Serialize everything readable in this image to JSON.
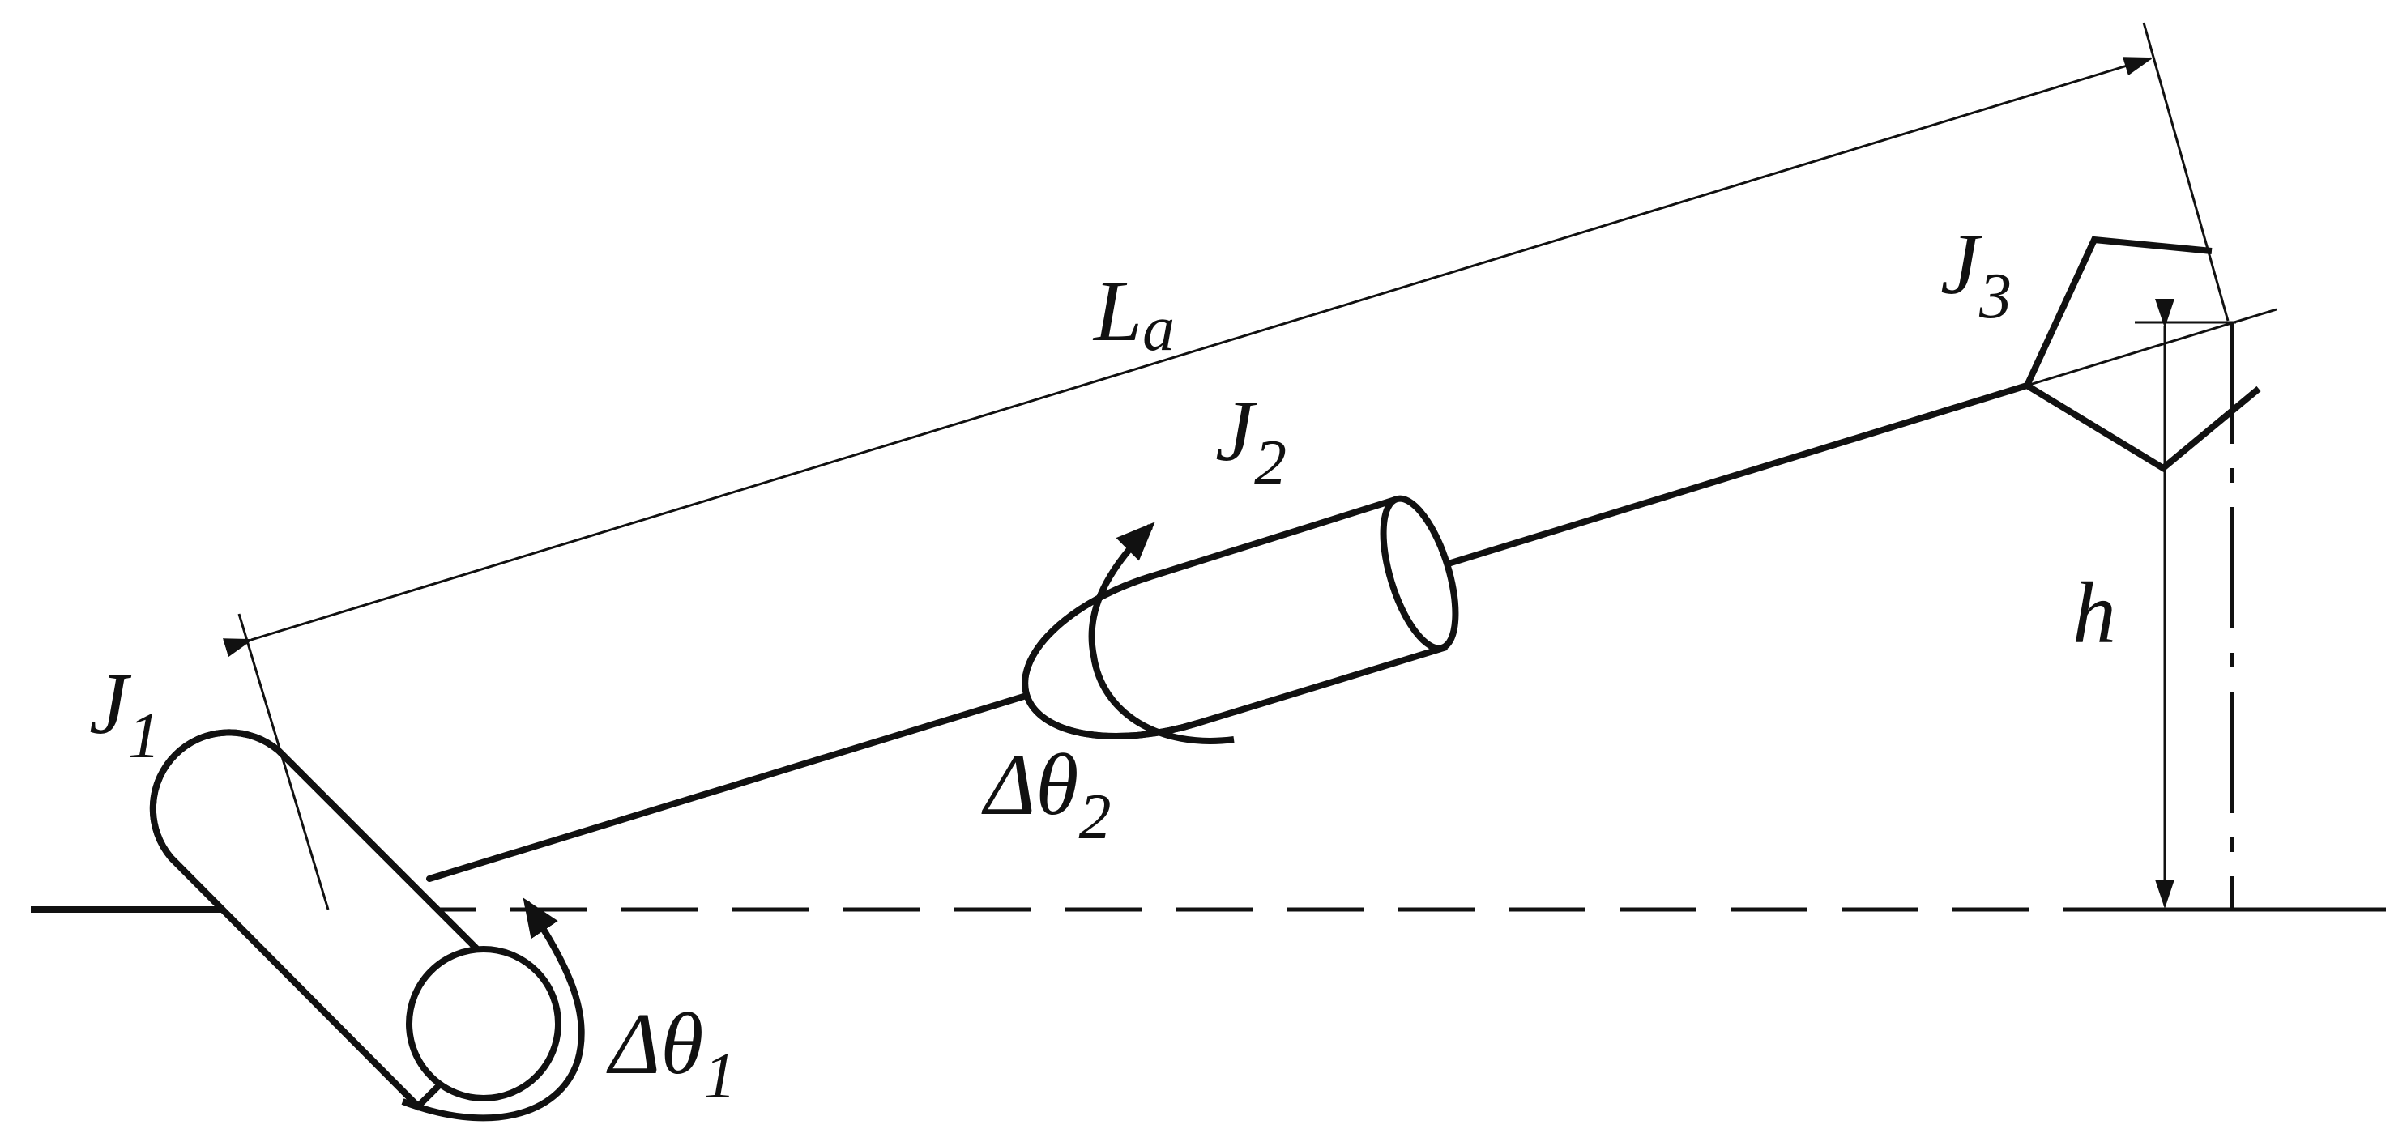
{
  "labels": {
    "la_main": "L",
    "la_sub": "a",
    "j1_main": "J",
    "j1_sub": "1",
    "j2_main": "J",
    "j2_sub": "2",
    "j3_main": "J",
    "j3_sub": "3",
    "h": "h",
    "dtheta1_main": "Δθ",
    "dtheta1_sub": "1",
    "dtheta2_main": "Δθ",
    "dtheta2_sub": "2"
  },
  "colors": {
    "stroke": "#111111",
    "background": "#ffffff"
  }
}
